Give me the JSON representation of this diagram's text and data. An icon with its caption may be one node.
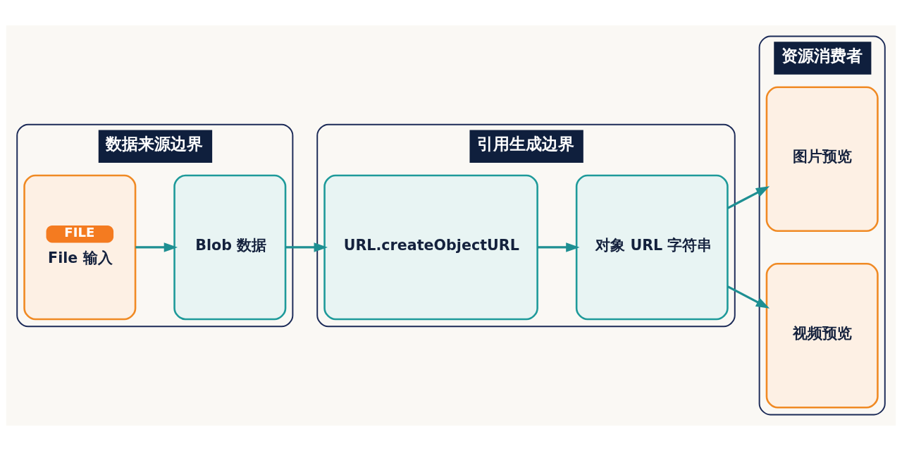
{
  "diagram": {
    "nodes": [
      {
        "text": [
          "数据来源边界"
        ]
      },
      {
        "text": [
          "FILE",
          "File 输入"
        ],
        "in": 0
      },
      {
        "text": [
          "Blob 数据"
        ],
        "in": 0
      },
      {
        "text": [
          "引用生成边界"
        ]
      },
      {
        "text": [
          "URL.createObjectURL"
        ],
        "in": 3
      },
      {
        "text": [
          "对象 URL 字符串"
        ],
        "in": 3
      },
      {
        "text": [
          "资源消费者"
        ]
      },
      {
        "text": [
          "图片预览"
        ],
        "in": 6
      },
      {
        "text": [
          "视频预览"
        ],
        "in": 6
      }
    ],
    "edges": [
      {
        "from": 1,
        "to": 2,
        "arrow": "to"
      },
      {
        "from": 2,
        "to": 4,
        "arrow": "to"
      },
      {
        "from": 4,
        "to": 5,
        "arrow": "to"
      },
      {
        "from": 5,
        "to": 7,
        "arrow": "to"
      },
      {
        "from": 5,
        "to": 8,
        "arrow": "to"
      }
    ]
  }
}
